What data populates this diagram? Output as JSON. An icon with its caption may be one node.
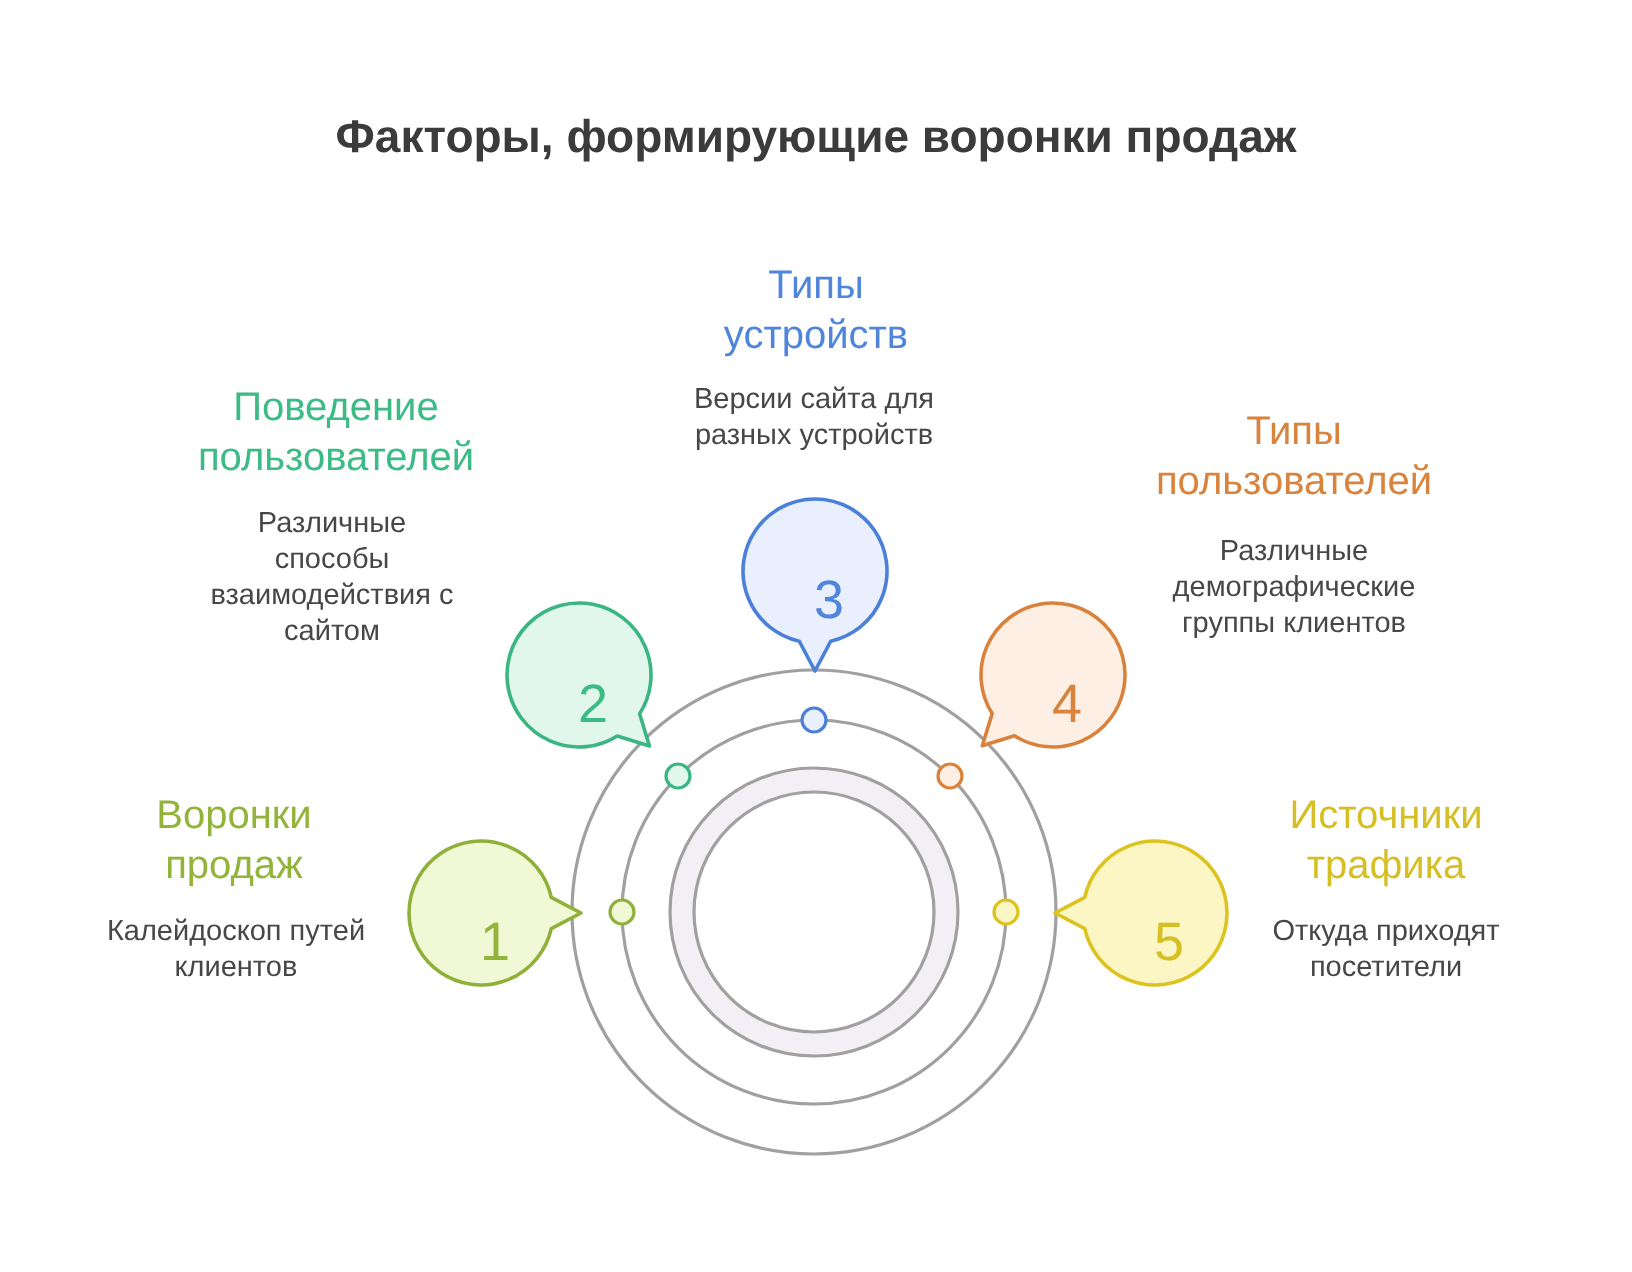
{
  "diagram": {
    "title": "Факторы, формирующие воронки продаж",
    "nodes": [
      {
        "text": [
          "1"
        ],
        "beside": [
          "Воронки продаж",
          "Калейдоскоп путей клиентов"
        ]
      },
      {
        "text": [
          "2"
        ],
        "beside": [
          "Поведение пользователей",
          "Различные способы взаимодействия с сайтом"
        ]
      },
      {
        "text": [
          "3"
        ],
        "beside": [
          "Типы устройств",
          "Версии сайта для разных устройств"
        ]
      },
      {
        "text": [
          "4"
        ],
        "beside": [
          "Типы пользователей",
          "Различные демографические группы клиентов"
        ]
      },
      {
        "text": [
          "5"
        ],
        "beside": [
          "Источники трафика",
          "Откуда приходят посетители"
        ]
      }
    ]
  }
}
